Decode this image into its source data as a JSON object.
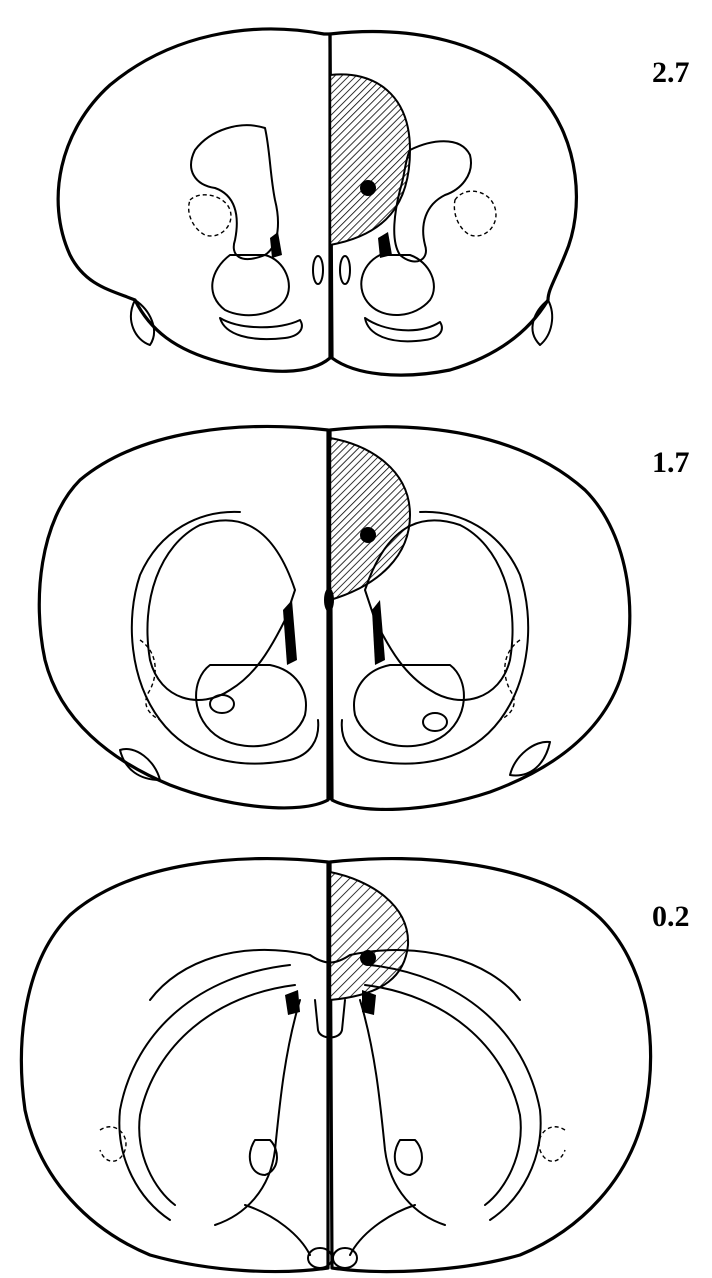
{
  "sections": [
    {
      "id": "section-top",
      "label": "2.7"
    },
    {
      "id": "section-middle",
      "label": "1.7"
    },
    {
      "id": "section-bottom",
      "label": "0.2"
    }
  ]
}
